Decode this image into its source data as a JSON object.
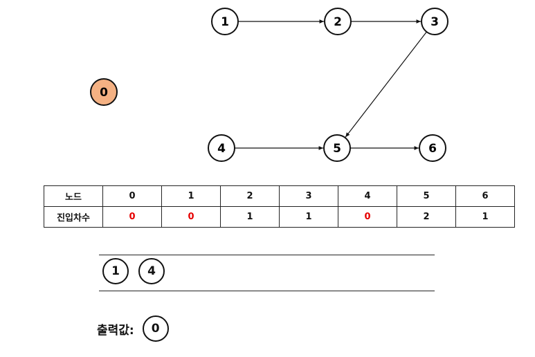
{
  "graph": {
    "nodes": [
      {
        "id": "0",
        "label": "0",
        "fill": "#f4b183",
        "highlighted": true
      },
      {
        "id": "1",
        "label": "1",
        "fill": "#ffffff"
      },
      {
        "id": "2",
        "label": "2",
        "fill": "#ffffff"
      },
      {
        "id": "3",
        "label": "3",
        "fill": "#ffffff"
      },
      {
        "id": "4",
        "label": "4",
        "fill": "#ffffff"
      },
      {
        "id": "5",
        "label": "5",
        "fill": "#ffffff"
      },
      {
        "id": "6",
        "label": "6",
        "fill": "#ffffff"
      }
    ],
    "edges": [
      {
        "from": "1",
        "to": "2"
      },
      {
        "from": "2",
        "to": "3"
      },
      {
        "from": "3",
        "to": "5"
      },
      {
        "from": "4",
        "to": "5"
      },
      {
        "from": "5",
        "to": "6"
      }
    ]
  },
  "table": {
    "row1_header": "노드",
    "row2_header": "진입차수",
    "nodes": [
      "0",
      "1",
      "2",
      "3",
      "4",
      "5",
      "6"
    ],
    "indegrees": [
      "0",
      "0",
      "1",
      "1",
      "0",
      "2",
      "1"
    ],
    "zero_color": "#e60000"
  },
  "queue": {
    "items": [
      "1",
      "4"
    ]
  },
  "output": {
    "label": "출력값:",
    "values": [
      "0"
    ]
  }
}
